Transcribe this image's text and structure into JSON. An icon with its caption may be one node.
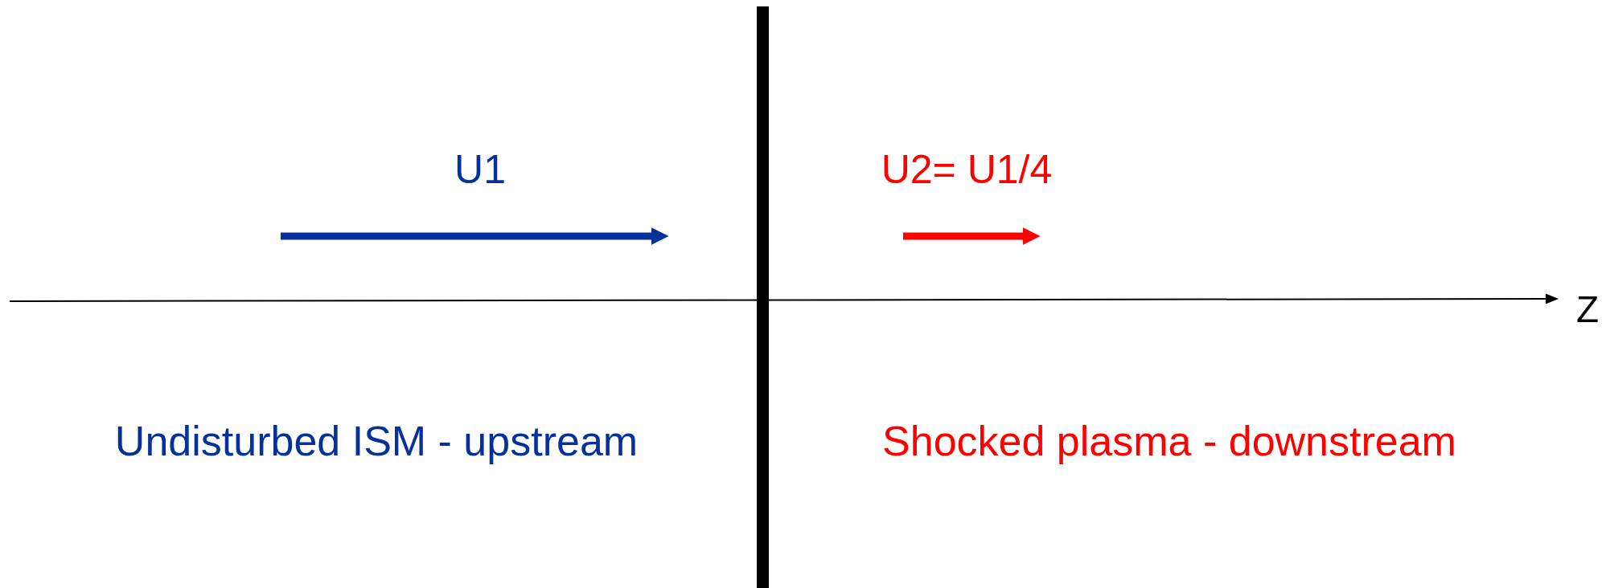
{
  "diagram": {
    "nodes": [
      {
        "text": [],
        "shape": "bar"
      }
    ],
    "labels": [
      "U1",
      "U2= U1/4",
      "Z",
      "Undisturbed ISM - upstream",
      "Shocked plasma - downstream"
    ]
  }
}
